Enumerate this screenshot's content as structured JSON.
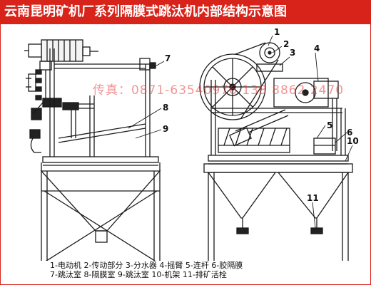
{
  "header": {
    "title": "云南昆明矿机厂系列隔膜式跳汰机内部结构示意图"
  },
  "watermark": {
    "text": "传真：0871-63540976  138 8862 2470"
  },
  "callouts": [
    "1",
    "2",
    "3",
    "4",
    "5",
    "6",
    "7",
    "8",
    "9",
    "10",
    "11"
  ],
  "legend": {
    "line1": "1-电动机  2-传动部分  3-分水器  4-摇臂  5-连杆  6-胶隔膜",
    "line2": "7-跳汰室  8-隔膜室  9-跳汰室  10-机架  11-排矿活栓"
  },
  "colors": {
    "accent": "#d8231a",
    "line": "#1a1a1a"
  }
}
